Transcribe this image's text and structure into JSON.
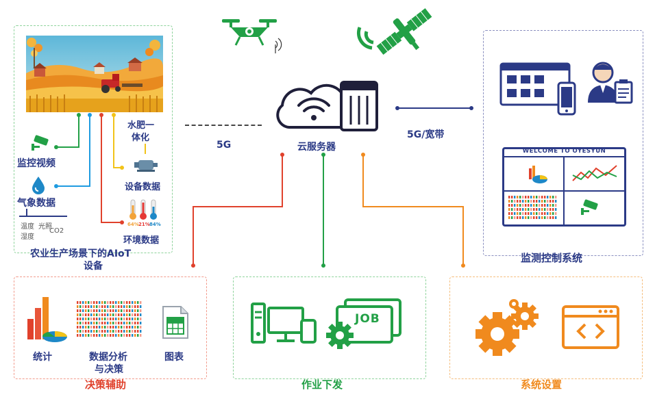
{
  "farm": {
    "title_line1": "农业生产场景下的AIoT",
    "title_line2": "设备",
    "monitor_video": "监控视频",
    "weather_data": "气象数据",
    "weather_sub": [
      "温度",
      "湿度",
      "光照",
      "CO2"
    ],
    "water_fert_line1": "水肥一",
    "water_fert_line2": "体化",
    "device_data": "设备数据",
    "env_data": "环境数据",
    "env_values": [
      "64%",
      "21%",
      "84%"
    ]
  },
  "network": {
    "left_link": "5G",
    "right_link": "5G/宽带",
    "cloud_label": "云服务器"
  },
  "monitor_system": {
    "title": "监测控制系统",
    "welcome": "WELCOME TO OYESYUN"
  },
  "decision": {
    "title": "决策辅助",
    "stats": "统计",
    "analysis_line1": "数据分析",
    "analysis_line2": "与决策",
    "charts": "图表"
  },
  "tasks": {
    "title": "作业下发",
    "job_text": "JOB"
  },
  "settings": {
    "title": "系统设置"
  },
  "colors": {
    "navy": "#2b3a86",
    "green": "#22a046",
    "red": "#e0412c",
    "orange": "#f08a1e"
  }
}
